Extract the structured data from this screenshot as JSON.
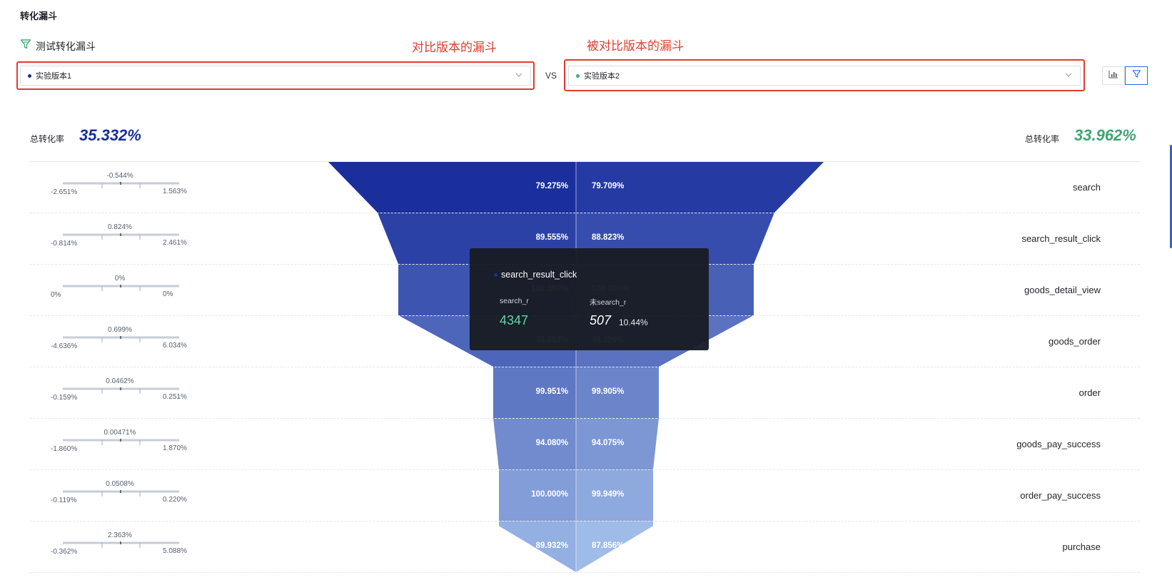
{
  "header": {
    "section_title": "转化漏斗",
    "funnel_title": "测试转化漏斗",
    "annotation_left": "对比版本的漏斗",
    "annotation_right": "被对比版本的漏斗"
  },
  "selectors": {
    "left": {
      "value": "实验版本1",
      "dot_color": "#1a2f9c"
    },
    "vs": "VS",
    "right": {
      "value": "实验版本2",
      "dot_color": "#3bb27a"
    }
  },
  "totals": {
    "label": "总转化率",
    "left_value": "35.332%",
    "right_value": "33.962%",
    "left_color": "#1a2f9c",
    "right_color": "#3fa573"
  },
  "colors": {
    "annotation": "#e03c2f",
    "funnel_top": "#1a2f9c",
    "funnel_bottom": "#a9c6ee",
    "tooltip_green": "#5fd6a3"
  },
  "stages": [
    {
      "name": "search",
      "left": "79.275%",
      "right": "79.709%",
      "diff": "-0.544%",
      "min": "-2.651%",
      "max": "1.563%"
    },
    {
      "name": "search_result_click",
      "left": "89.555%",
      "right": "88.823%",
      "diff": "0.824%",
      "min": "-0.814%",
      "max": "2.461%"
    },
    {
      "name": "goods_detail_view",
      "left": "100.000%",
      "right": "100.000%",
      "diff": "0%",
      "min": "0%",
      "max": "0%"
    },
    {
      "name": "goods_order",
      "left": "46.653%",
      "right": "46.329%",
      "diff": "0.699%",
      "min": "-4.636%",
      "max": "6.034%"
    },
    {
      "name": "order",
      "left": "99.951%",
      "right": "99.905%",
      "diff": "0.0462%",
      "min": "-0.159%",
      "max": "0.251%"
    },
    {
      "name": "goods_pay_success",
      "left": "94.080%",
      "right": "94.075%",
      "diff": "0.00471%",
      "min": "-1.860%",
      "max": "1.870%"
    },
    {
      "name": "order_pay_success",
      "left": "100.000%",
      "right": "99.949%",
      "diff": "0.0508%",
      "min": "-0.119%",
      "max": "0.220%"
    },
    {
      "name": "purchase",
      "left": "89.932%",
      "right": "87.856%",
      "diff": "2.363%",
      "min": "-0.362%",
      "max": "5.088%"
    }
  ],
  "tooltip": {
    "title": "search_result_click",
    "left_label": "search_r",
    "left_value": "4347",
    "right_label": "未search_r",
    "right_value": "507",
    "right_pct": "10.44%"
  }
}
